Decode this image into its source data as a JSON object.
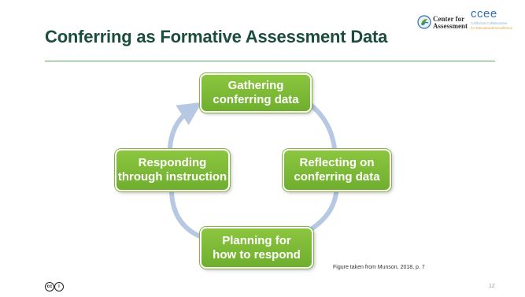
{
  "title": "Conferring as Formative Assessment Data",
  "logos": {
    "center_for_assessment": [
      "Center for",
      "Assessment"
    ],
    "ccee": {
      "acronym": "ccee",
      "line1": "California Collaborative",
      "line2": "for Educational Excellence"
    }
  },
  "cycle": {
    "nodes": [
      {
        "id": "gathering",
        "lines": [
          "Gathering",
          "conferring data"
        ]
      },
      {
        "id": "reflecting",
        "lines": [
          "Reflecting on",
          "conferring data"
        ]
      },
      {
        "id": "planning",
        "lines": [
          "Planning for",
          "how to respond"
        ]
      },
      {
        "id": "responding",
        "lines": [
          "Responding",
          "through instruction"
        ]
      }
    ],
    "colors": {
      "node": "#7ab536",
      "arrow": "#b6c8e2"
    }
  },
  "caption": "Figure taken from Munson, 2018, p. 7",
  "page_number": "12",
  "license_icons": [
    "cc",
    "by"
  ]
}
